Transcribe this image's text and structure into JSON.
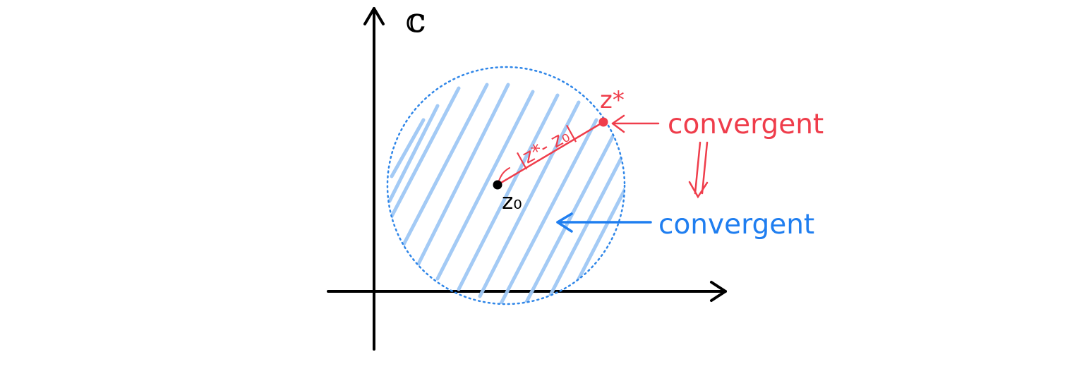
{
  "plane_label": "ℂ",
  "center_point_label": "z₀",
  "boundary_point_label": "z*",
  "distance_label": "|z*- z₀|",
  "red_annotation": "convergent",
  "blue_annotation": "convergent",
  "colors": {
    "axis": "#000000",
    "disk_outline": "#2f86e8",
    "disk_hatch": "#9fc8f5",
    "red_accent": "#ef3d4b",
    "blue_accent": "#1f7ef0",
    "point": "#000000"
  }
}
